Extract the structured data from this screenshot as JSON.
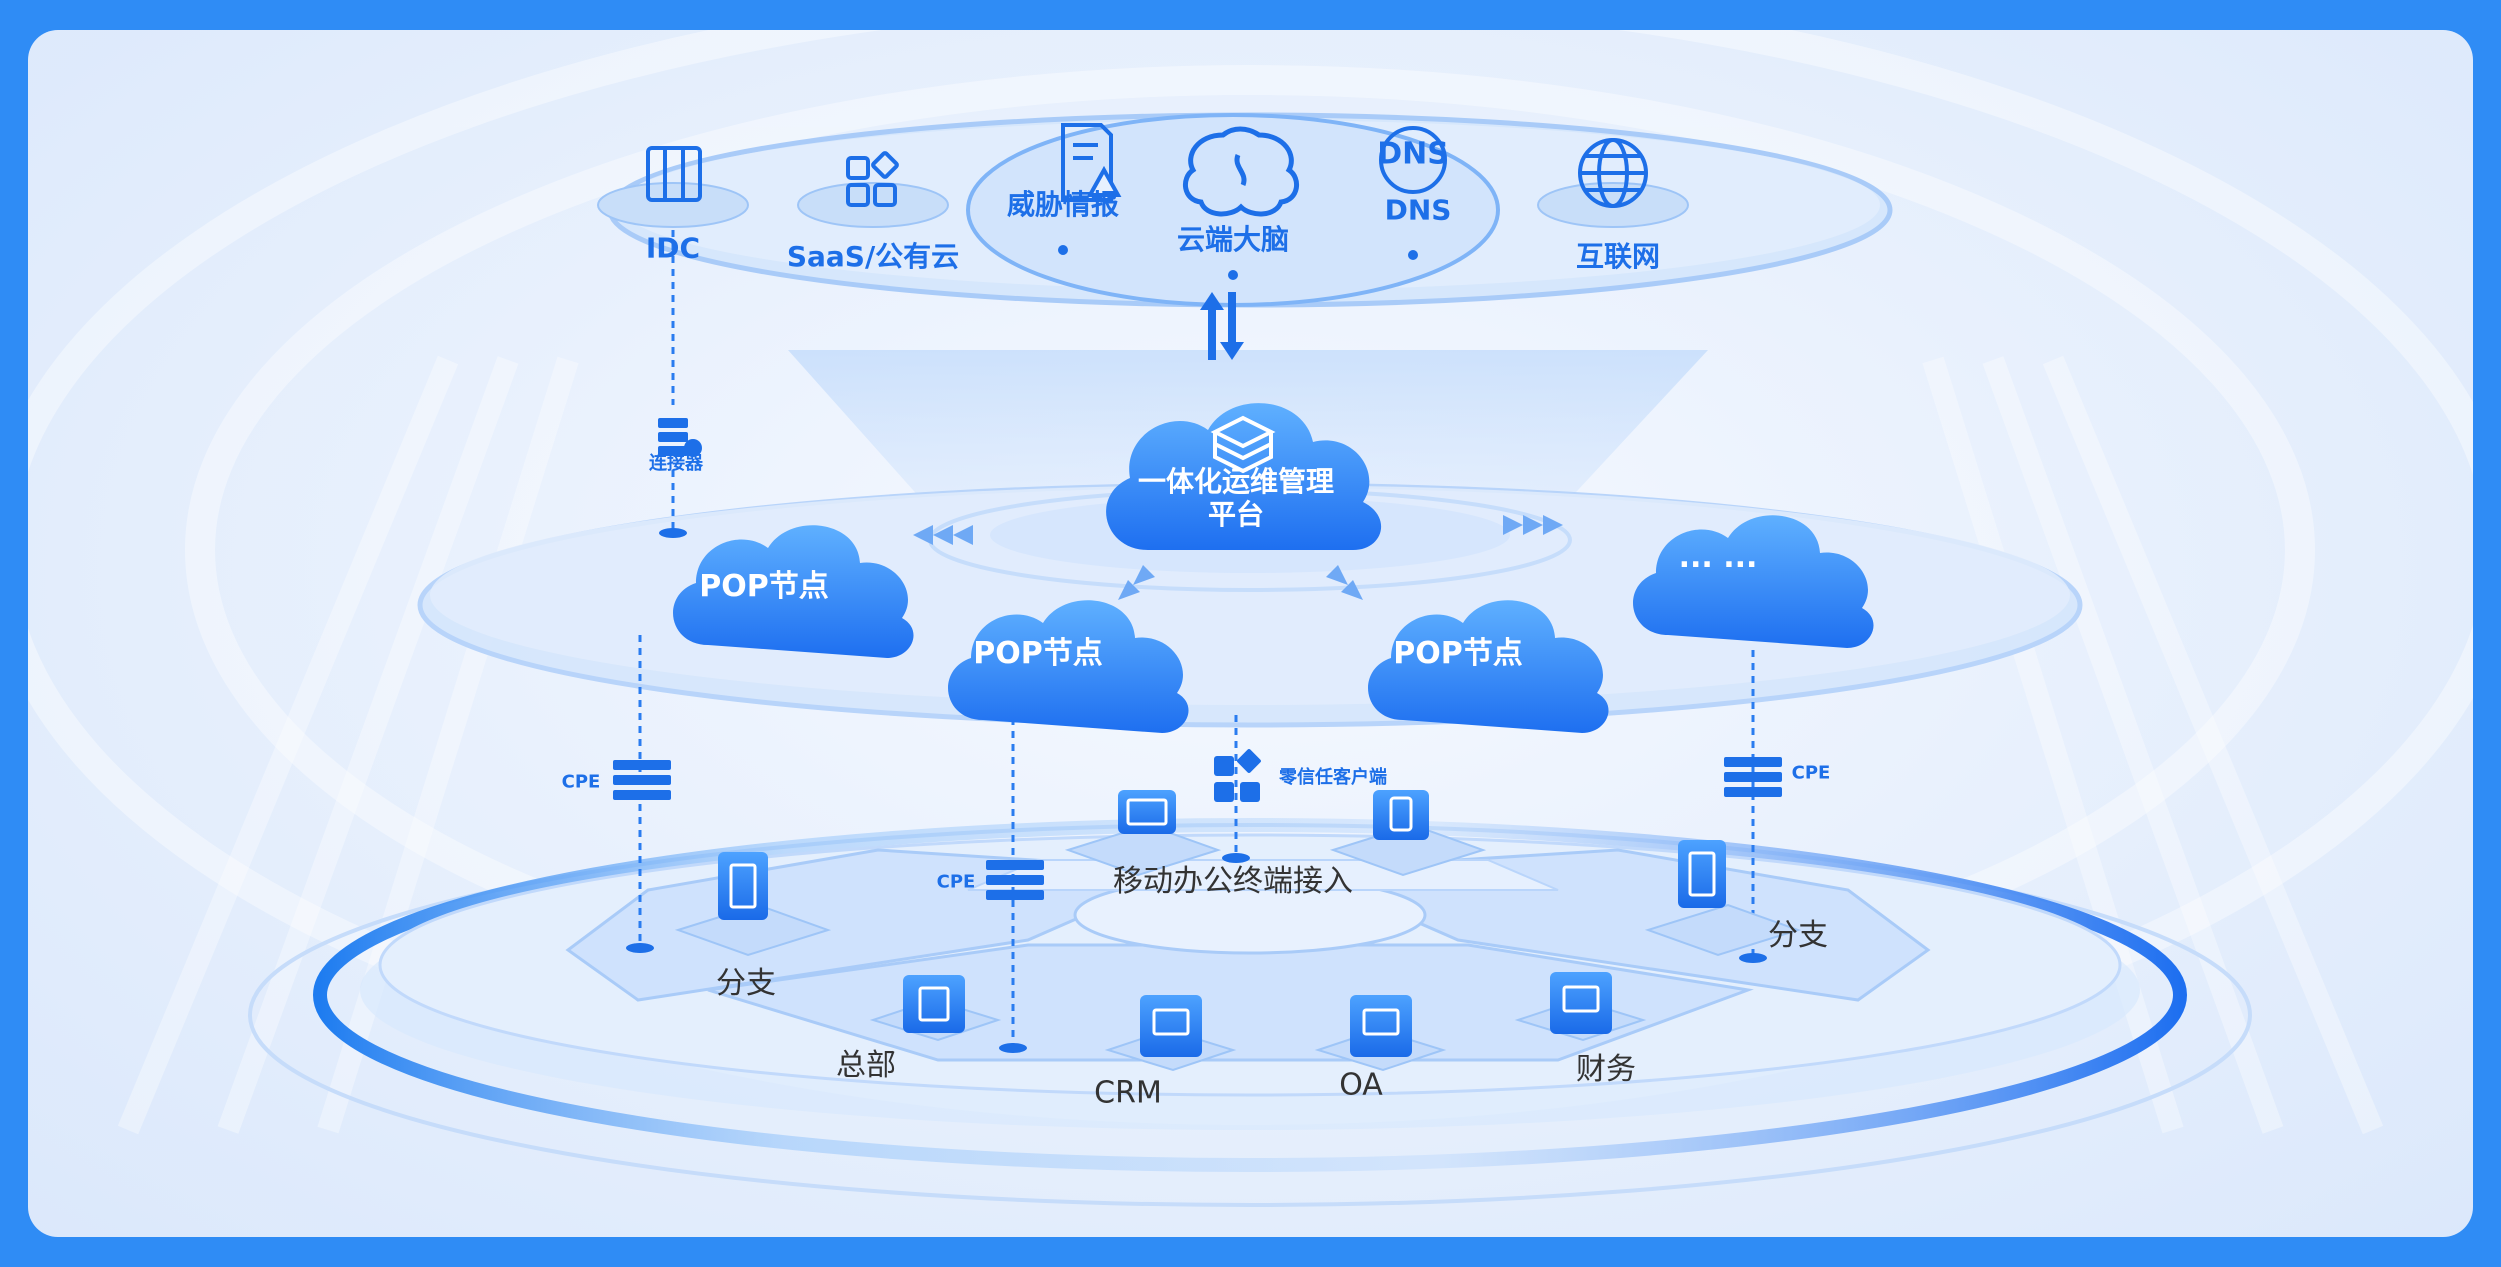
{
  "top_layer": {
    "idc": "IDC",
    "saas": "SaaS/公有云",
    "threat_intel": "威胁情报",
    "cloud_brain": "云端大脑",
    "dns": "DNS",
    "dns_icon_text": "DNS",
    "internet": "互联网"
  },
  "platform": {
    "line1": "一体化运维管理",
    "line2": "平台"
  },
  "connector": "连接器",
  "pop_nodes": [
    "POP节点",
    "POP节点",
    "POP节点"
  ],
  "more_nodes": "··· ···",
  "cpe_labels": [
    "CPE",
    "CPE",
    "CPE"
  ],
  "zero_trust_client": "零信任客户端",
  "mobile_access": "移动办公终端接入",
  "sites": {
    "branch_left": "分支",
    "branch_right": "分支",
    "hq": "总部",
    "crm": "CRM",
    "oa": "OA",
    "finance": "财务"
  },
  "colors": {
    "frame": "#2f8cf5",
    "accent": "#1d6fe8",
    "cloud": "#2f86f6",
    "text_dark": "#333333"
  }
}
